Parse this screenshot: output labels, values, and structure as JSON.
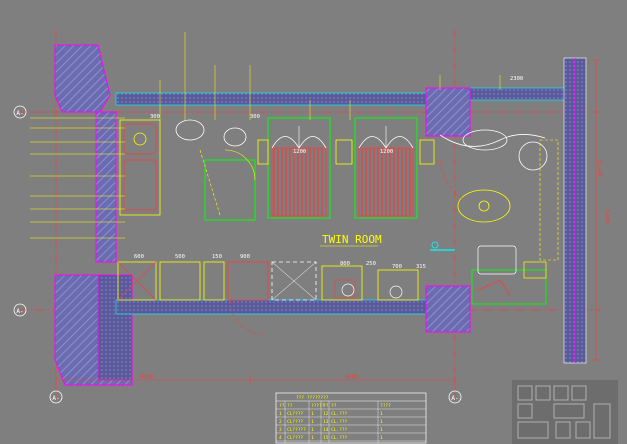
{
  "room_label": "TWIN ROOM",
  "grid": {
    "horizontal": [
      "A-",
      "A-"
    ],
    "vertical": [
      "A-",
      "A-"
    ]
  },
  "dimensions": {
    "bottom_left": "4200",
    "bottom_right": "4200",
    "right_side": "6100",
    "right_mid": "CL.RR"
  },
  "labels": {
    "bed_left_top": "1200",
    "bed_right_top": "1200",
    "dim_300a": "300",
    "dim_300b": "300",
    "dim_600": "600",
    "dim_500": "500",
    "dim_900": "900",
    "dim_800": "800",
    "dim_700": "700",
    "dim_250": "250",
    "dim_150": "150",
    "dim_315": "315",
    "dim_2300": "2300"
  },
  "table": {
    "title": "??? ????????",
    "headers": [
      "??",
      "??",
      "?????",
      "??",
      "??",
      "????"
    ],
    "rows": [
      [
        "1",
        "CL????",
        "1",
        "12",
        "CL.???",
        "1"
      ],
      [
        "2",
        "CL????",
        "1",
        "13",
        "CL.???",
        "1"
      ],
      [
        "3",
        "CL?????",
        "1",
        "14",
        "CL.???",
        "1"
      ],
      [
        "4",
        "CL????",
        "1",
        "15",
        "CL.???",
        "1"
      ]
    ]
  },
  "colors": {
    "background": "#7f7f7f",
    "wall": "#ff00ff",
    "hatch": "#5a5aa0",
    "yellow": "#ffff00",
    "green": "#00ff00",
    "red": "#ff0000",
    "white": "#ffffff",
    "cyan": "#00ffff"
  }
}
